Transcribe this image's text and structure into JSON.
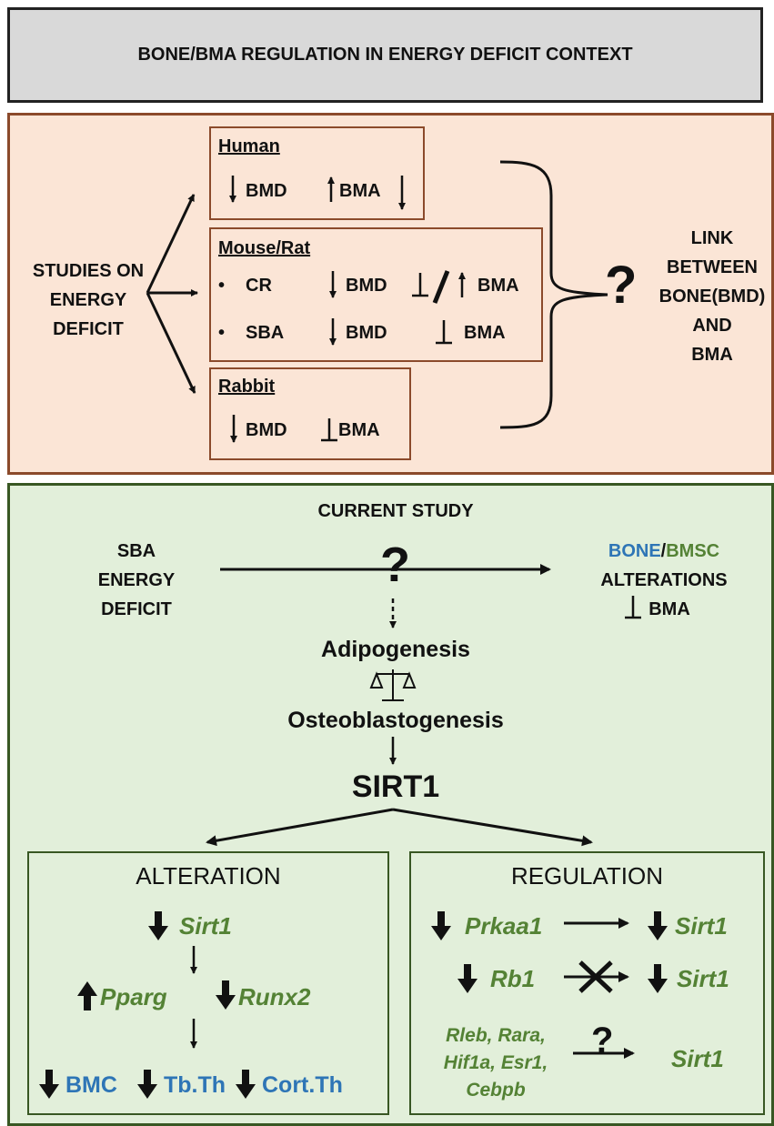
{
  "title": "BONE/BMA REGULATION IN ENERGY DEFICIT CONTEXT",
  "prior": {
    "studies_label": [
      "STUDIES ON",
      "ENERGY",
      "DEFICIT"
    ],
    "human": {
      "heading": "Human",
      "bmd": "BMD",
      "bma": "BMA"
    },
    "mouse": {
      "heading": "Mouse/Rat",
      "cr": "CR",
      "sba": "SBA",
      "bmd": "BMD",
      "bma": "BMA",
      "bullet": "•"
    },
    "rabbit": {
      "heading": "Rabbit",
      "bmd": "BMD",
      "bma": "BMA"
    },
    "question": "?",
    "link_label": [
      "LINK",
      "BETWEEN",
      "BONE(BMD)",
      "AND",
      "BMA"
    ]
  },
  "current": {
    "heading": "CURRENT STUDY",
    "sba_label": [
      "SBA",
      "ENERGY",
      "DEFICIT"
    ],
    "question": "?",
    "bone": "BONE",
    "slash": "/",
    "bmsc": "BMSC",
    "alterations": "ALTERATIONS",
    "bma": "BMA",
    "adipogenesis": "Adipogenesis",
    "osteoblastogenesis": "Osteoblastogenesis",
    "sirt1": "SIRT1"
  },
  "alteration": {
    "heading": "ALTERATION",
    "sirt1": "Sirt1",
    "pparg": "Pparg",
    "runx2": "Runx2",
    "bmc": "BMC",
    "tbth": "Tb.Th",
    "cortth": "Cort.Th"
  },
  "regulation": {
    "heading": "REGULATION",
    "prkaa1": "Prkaa1",
    "rb1": "Rb1",
    "sirt1": "Sirt1",
    "others": [
      "Rleb, Rara,",
      "Hif1a, Esr1,",
      "Cebpb"
    ],
    "question": "?"
  },
  "colors": {
    "bone": "#2e75b6",
    "gene": "#548235",
    "prior_bg": "#fbe5d6",
    "current_bg": "#e2efda"
  }
}
